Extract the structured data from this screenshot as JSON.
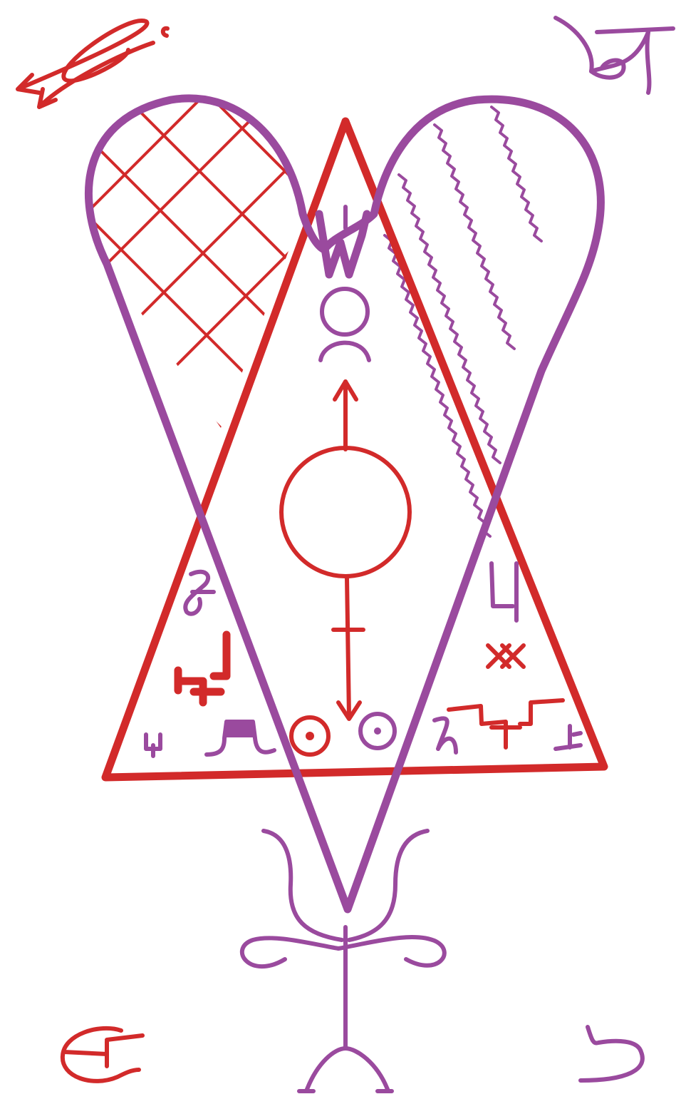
{
  "colors": {
    "background": "#ffffff",
    "red": "#d22a2a",
    "purple": "#9a4a9e"
  },
  "icons": [
    "heart-drop-outline",
    "triangle-outline",
    "crosshatch-fill",
    "zigzag-fill",
    "crown-zigzag",
    "circle-crescent-glyph",
    "arrow-up",
    "center-circle",
    "arrow-down-with-bar",
    "circled-dot-glyph",
    "planetary-glyphs",
    "base-sigil",
    "corner-glyphs"
  ]
}
